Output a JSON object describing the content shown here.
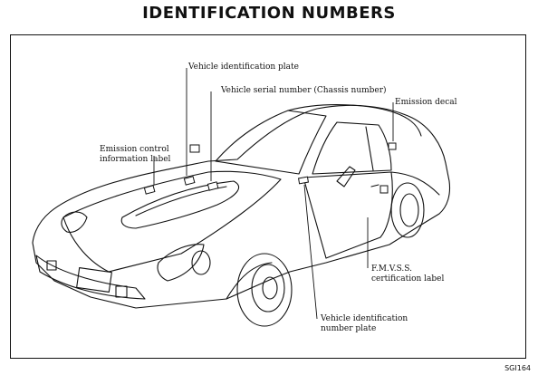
{
  "title": "IDENTIFICATION NUMBERS",
  "labels": {
    "vin_plate": "Vehicle identification plate",
    "serial_number": "Vehicle serial number (Chassis number)",
    "emission_decal": "Emission decal",
    "emission_control_line1": "Emission control",
    "emission_control_line2": "information label",
    "fmvss_line1": "F.M.V.S.S.",
    "fmvss_line2": "certification label",
    "vin_number_plate_line1": "Vehicle identification",
    "vin_number_plate_line2": "number plate"
  },
  "figure_code": "SGI164"
}
